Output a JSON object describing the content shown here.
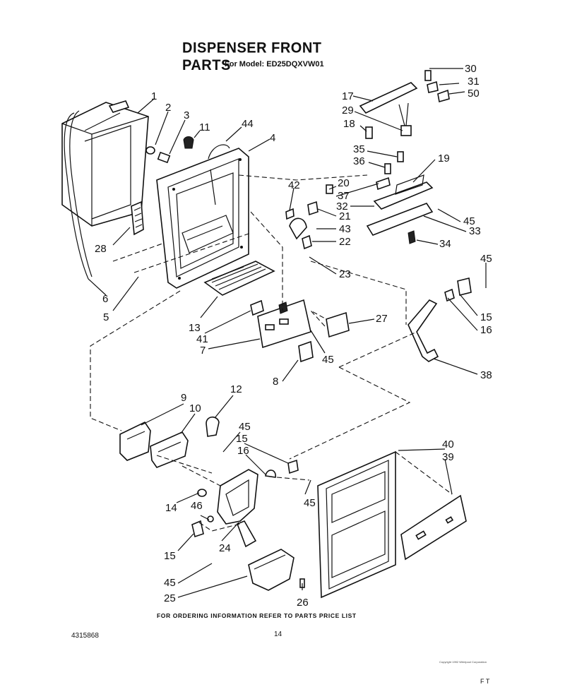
{
  "header": {
    "title": "DISPENSER FRONT PARTS",
    "subtitle": "For Model: ED25DQXVW01"
  },
  "callouts": [
    "1",
    "2",
    "3",
    "11",
    "44",
    "4",
    "28",
    "6",
    "5",
    "13",
    "41",
    "7",
    "45",
    "8",
    "27",
    "30",
    "31",
    "50",
    "17",
    "29",
    "18",
    "35",
    "36",
    "19",
    "20",
    "37",
    "42",
    "21",
    "43",
    "32",
    "45",
    "33",
    "22",
    "34",
    "23",
    "45",
    "15",
    "16",
    "38",
    "9",
    "10",
    "12",
    "45",
    "15",
    "16",
    "45",
    "40",
    "39",
    "14",
    "46",
    "24",
    "15",
    "45",
    "25",
    "26"
  ],
  "footer": {
    "note": "FOR ORDERING INFORMATION REFER TO PARTS PRICE LIST",
    "doc_number": "4315868",
    "page_number": "14",
    "fine_print_right": "Copyright 1992 Whirlpool Corporation",
    "corner_marks": "F T"
  }
}
